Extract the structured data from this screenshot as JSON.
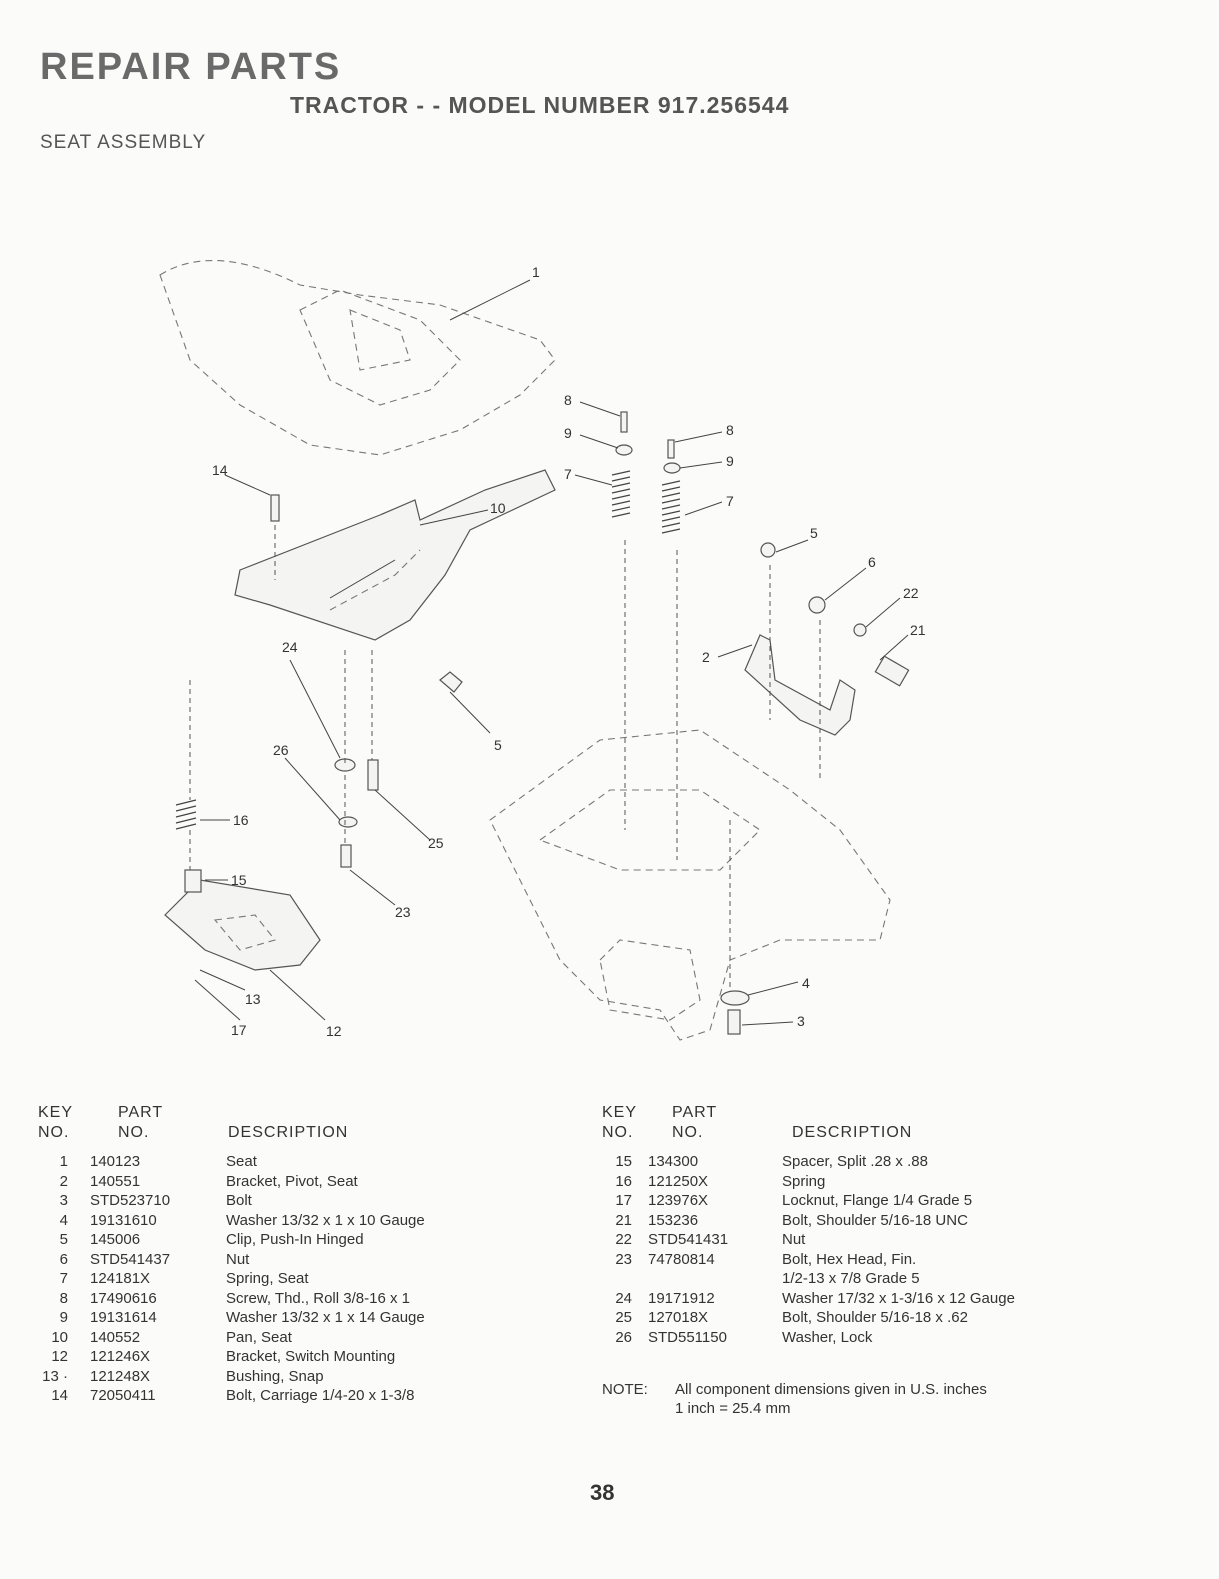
{
  "header": {
    "title": "REPAIR PARTS",
    "subtitle": "TRACTOR - - MODEL NUMBER 917.256544",
    "section": "SEAT ASSEMBLY"
  },
  "diagram_labels": [
    "1",
    "8",
    "9",
    "7",
    "8",
    "9",
    "7",
    "5",
    "6",
    "22",
    "21",
    "2",
    "14",
    "10",
    "24",
    "5",
    "26",
    "25",
    "16",
    "15",
    "23",
    "13",
    "17",
    "12",
    "4",
    "3"
  ],
  "table_headers": {
    "key_line1": "KEY",
    "key_line2": "NO.",
    "part_line1": "PART",
    "part_line2": "NO.",
    "description": "DESCRIPTION"
  },
  "left_parts": [
    {
      "key": "1",
      "part": "140123",
      "desc": "Seat"
    },
    {
      "key": "2",
      "part": "140551",
      "desc": "Bracket, Pivot, Seat"
    },
    {
      "key": "3",
      "part": "STD523710",
      "desc": "Bolt"
    },
    {
      "key": "4",
      "part": "19131610",
      "desc": "Washer  13/32 x 1 x 10 Gauge"
    },
    {
      "key": "5",
      "part": "145006",
      "desc": "Clip, Push-In Hinged"
    },
    {
      "key": "6",
      "part": "STD541437",
      "desc": "Nut"
    },
    {
      "key": "7",
      "part": "124181X",
      "desc": "Spring, Seat"
    },
    {
      "key": "8",
      "part": "17490616",
      "desc": "Screw, Thd., Roll  3/8-16 x 1"
    },
    {
      "key": "9",
      "part": "19131614",
      "desc": "Washer  13/32 x 1 x 14 Gauge"
    },
    {
      "key": "10",
      "part": "140552",
      "desc": "Pan, Seat"
    },
    {
      "key": "12",
      "part": "121246X",
      "desc": "Bracket, Switch Mounting"
    },
    {
      "key": "13 ·",
      "part": "121248X",
      "desc": "Bushing, Snap"
    },
    {
      "key": "14",
      "part": "72050411",
      "desc": "Bolt, Carriage  1/4-20 x 1-3/8"
    }
  ],
  "right_parts": [
    {
      "key": "15",
      "part": "134300",
      "desc": "Spacer, Split  .28 x  .88"
    },
    {
      "key": "16",
      "part": "121250X",
      "desc": "Spring"
    },
    {
      "key": "17",
      "part": "123976X",
      "desc": "Locknut, Flange  1/4 Grade 5"
    },
    {
      "key": "21",
      "part": "153236",
      "desc": "Bolt, Shoulder  5/16-18 UNC"
    },
    {
      "key": "22",
      "part": "STD541431",
      "desc": "Nut"
    },
    {
      "key": "23",
      "part": "74780814",
      "desc": "Bolt, Hex Head, Fin."
    },
    {
      "key": "",
      "part": "",
      "desc": "1/2-13 x 7/8 Grade 5"
    },
    {
      "key": "24",
      "part": "19171912",
      "desc": "Washer  17/32 x 1-3/16 x 12 Gauge"
    },
    {
      "key": "25",
      "part": "127018X",
      "desc": "Bolt, Shoulder  5/16-18 x .62"
    },
    {
      "key": "26",
      "part": "STD551150",
      "desc": "Washer, Lock"
    }
  ],
  "note": {
    "label": "NOTE:",
    "line1": "All component dimensions given in U.S. inches",
    "line2": "1 inch = 25.4 mm"
  },
  "page_number": "38"
}
